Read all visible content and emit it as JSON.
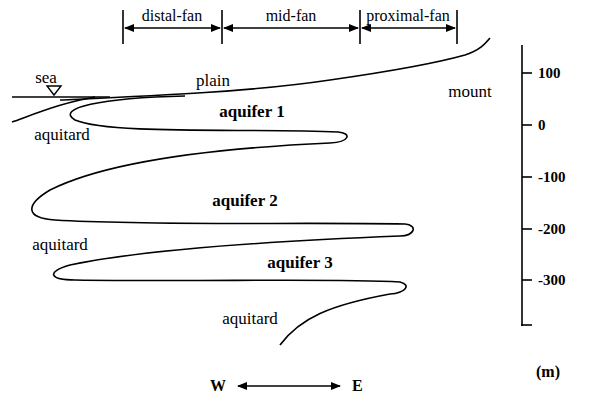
{
  "diagram": {
    "labels": [
      "distal-fan",
      "mid-fan",
      "proximal-fan",
      "sea",
      "plain",
      "mount",
      "aquifer 1",
      "aquitard",
      "aquifer 2",
      "aquitard",
      "aquifer 3",
      "aquitard",
      "100",
      "0",
      "-100",
      "-200",
      "-300",
      "(m)",
      "W",
      "E"
    ]
  }
}
